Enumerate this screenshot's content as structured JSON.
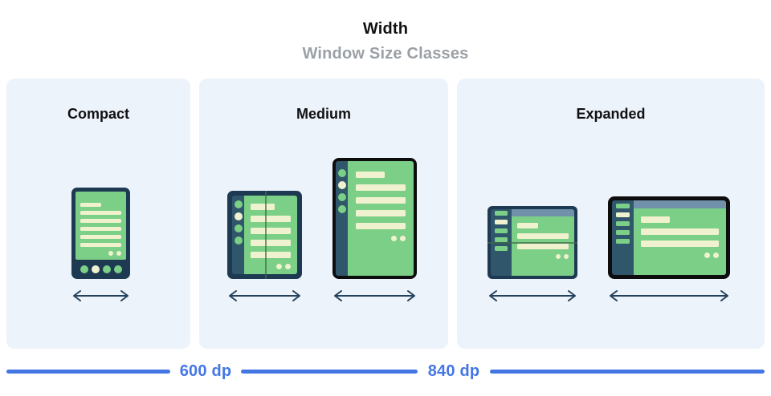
{
  "title": {
    "heading": "Width",
    "subheading": "Window Size Classes"
  },
  "size_classes": [
    {
      "label": "Compact",
      "devices": [
        "phone"
      ]
    },
    {
      "label": "Medium",
      "devices": [
        "foldable",
        "tablet"
      ]
    },
    {
      "label": "Expanded",
      "devices": [
        "laptop",
        "desktop"
      ]
    }
  ],
  "breakpoints": [
    "600 dp",
    "840 dp"
  ],
  "icons": {
    "width_arrow": "double-headed-horizontal-arrow",
    "phone": "phone-device-illustration",
    "foldable": "foldable-device-illustration",
    "tablet": "tablet-device-illustration",
    "laptop": "laptop-device-illustration",
    "desktop": "desktop-device-illustration"
  },
  "colors": {
    "accent_blue": "#4476E4",
    "panel_bg": "#EDF3FB",
    "frame_navy": "#1E3A52",
    "rail_navy": "#30566B",
    "screen_green": "#7BCF86",
    "content_cream": "#F0F2CF",
    "topbar_slate": "#7191AB",
    "fold_green": "#3E6B47",
    "device_black": "#0D0D0D",
    "arrow_navy": "#24425C",
    "subtitle_gray": "#9AA0A6",
    "text_black": "#111111"
  }
}
